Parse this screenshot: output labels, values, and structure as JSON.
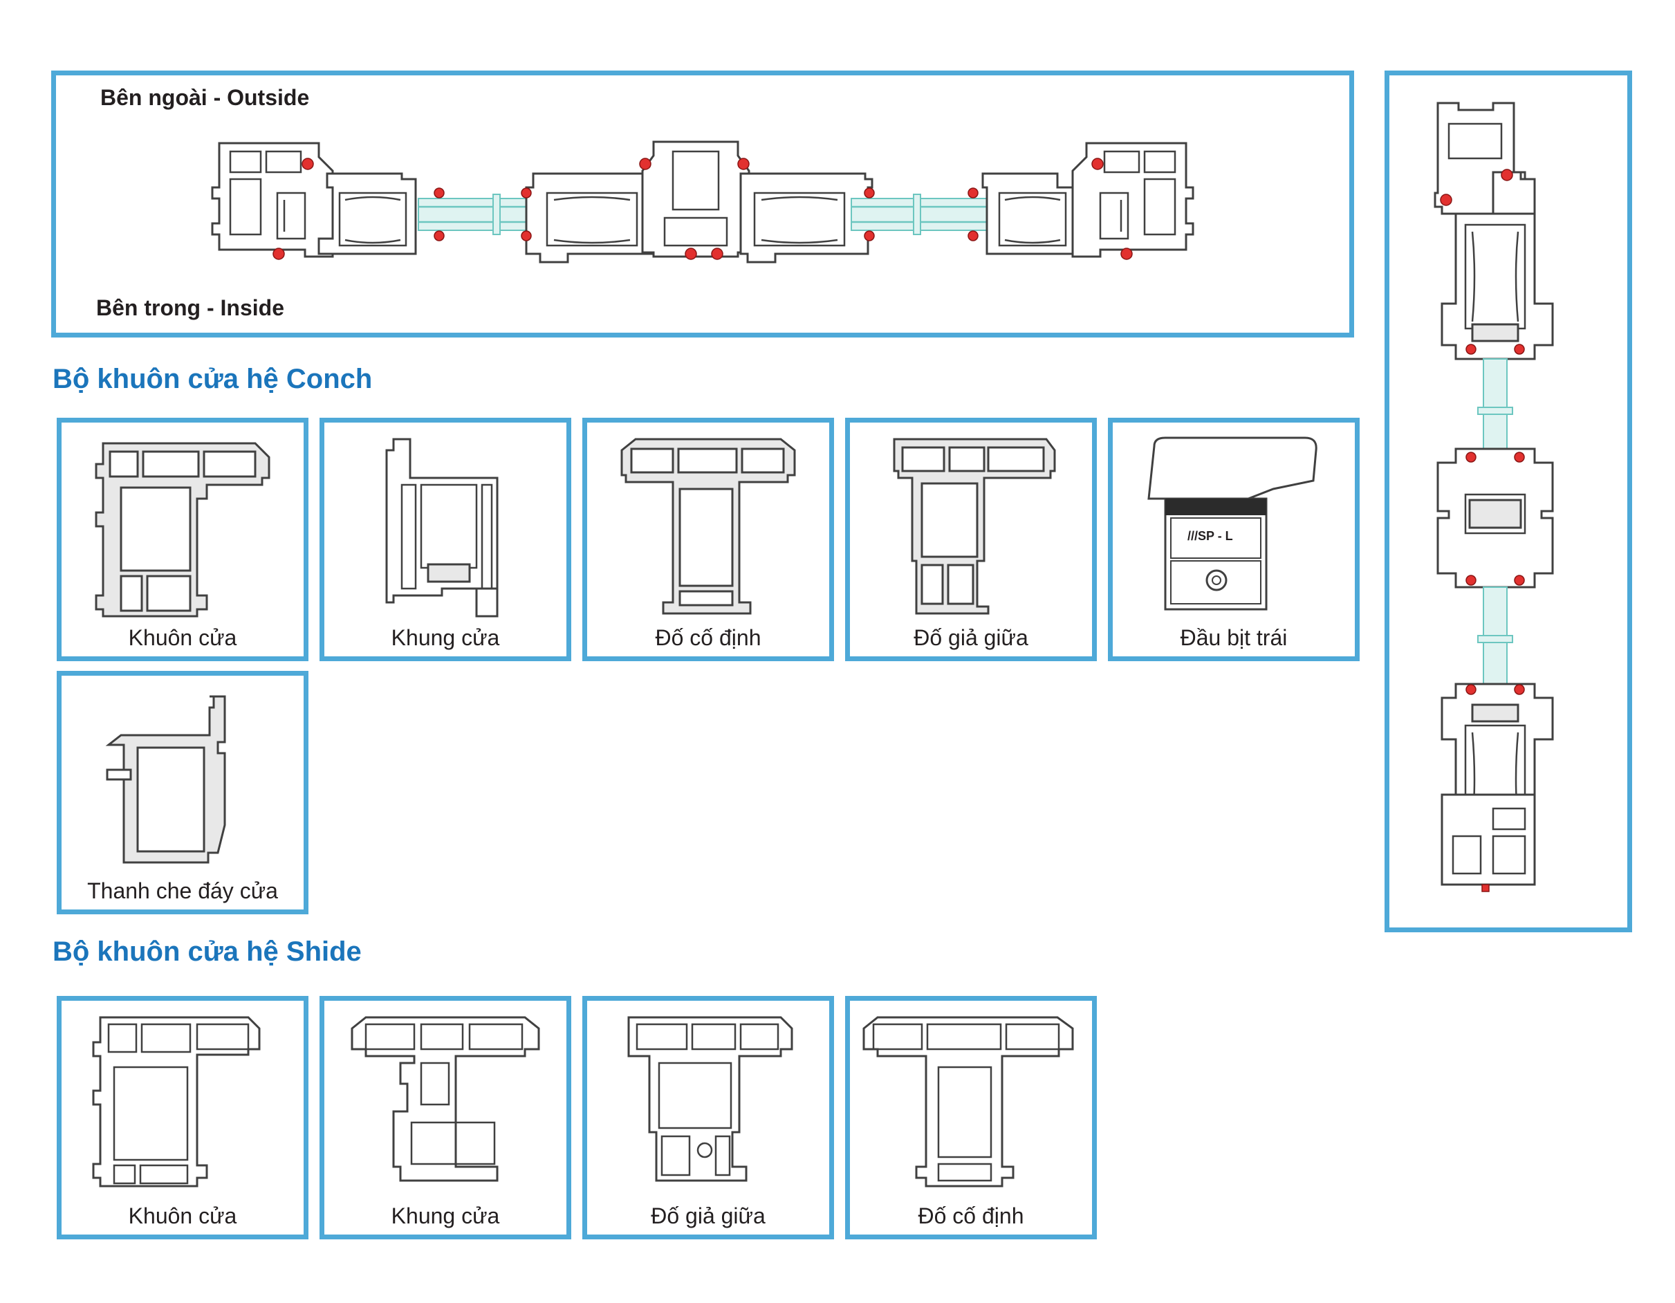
{
  "top_panel": {
    "outside_label": "Bên ngoài - Outside",
    "inside_label": "Bên trong - Inside"
  },
  "conch": {
    "heading": "Bộ khuôn cửa hệ Conch",
    "items": [
      {
        "caption": "Khuôn cửa"
      },
      {
        "caption": "Khung cửa"
      },
      {
        "caption": "Đố cố định"
      },
      {
        "caption": "Đố giả giữa"
      },
      {
        "caption": "Đầu bịt trái",
        "stamp": "///SP - L"
      },
      {
        "caption": "Thanh che đáy cửa"
      }
    ]
  },
  "shide": {
    "heading": "Bộ khuôn cửa hệ Shide",
    "items": [
      {
        "caption": "Khuôn cửa"
      },
      {
        "caption": "Khung cửa"
      },
      {
        "caption": "Đố giả giữa"
      },
      {
        "caption": "Đố cố định"
      }
    ]
  },
  "colors": {
    "frame_border": "#4ea9d8",
    "heading": "#1b75bb",
    "gasket": "#e2312f",
    "glass": "#6cc6c0"
  }
}
